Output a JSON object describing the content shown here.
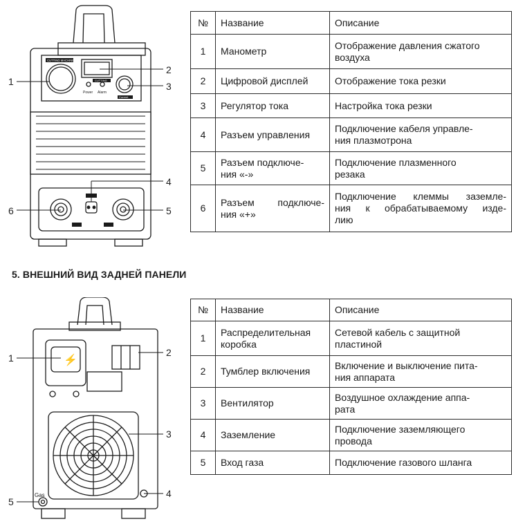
{
  "front": {
    "callouts": [
      "1",
      "2",
      "3",
      "4",
      "5",
      "6"
    ],
    "panel_text": {
      "brand": "CUTTING MACHINE",
      "power": "Power",
      "alarm": "Alarm",
      "cutting": "CUTTING",
      "current": "Current"
    },
    "table": {
      "headers": [
        "№",
        "Название",
        "Описание"
      ],
      "rows": [
        {
          "num": "1",
          "name": "Манометр",
          "desc": "Отображение давления сжатого воздуха"
        },
        {
          "num": "2",
          "name": "Цифровой дисплей",
          "desc": "Отображение тока резки"
        },
        {
          "num": "3",
          "name": "Регулятор тока",
          "desc": "Настройка тока резки"
        },
        {
          "num": "4",
          "name": "Разъем управления",
          "desc_lines": [
            "Подключение кабеля управле-",
            "ния плазмотрона"
          ]
        },
        {
          "num": "5",
          "name_lines": [
            "Разъем подключе-",
            "ния «-»"
          ],
          "desc_lines": [
            "Подключение плазменного",
            "резака"
          ]
        },
        {
          "num": "6",
          "name_lines": [
            "Разъем подключе-",
            "ния «+»"
          ],
          "desc_lines": [
            "Подключение клеммы заземле-",
            "ния к обрабатываемому изде-",
            "лию"
          ]
        }
      ]
    }
  },
  "section_title": "5. ВНЕШНИЙ ВИД ЗАДНЕЙ ПАНЕЛИ",
  "rear": {
    "callouts": [
      "1",
      "2",
      "3",
      "4",
      "5"
    ],
    "gas_label": "Gas",
    "table": {
      "headers": [
        "№",
        "Название",
        "Описание"
      ],
      "rows": [
        {
          "num": "1",
          "name_lines": [
            "Распределительная",
            "коробка"
          ],
          "desc_lines": [
            "Сетевой кабель с защитной",
            "пластиной"
          ]
        },
        {
          "num": "2",
          "name": "Тумблер включения",
          "desc_lines": [
            "Включение и выключение пита-",
            "ния аппарата"
          ]
        },
        {
          "num": "3",
          "name": "Вентилятор",
          "desc_lines": [
            "Воздушное охлаждение аппа-",
            "рата"
          ]
        },
        {
          "num": "4",
          "name": "Заземление",
          "desc_lines": [
            "Подключение заземляющего",
            "провода"
          ]
        },
        {
          "num": "5",
          "name": "Вход газа",
          "desc": "Подключение газового шланга"
        }
      ]
    }
  }
}
